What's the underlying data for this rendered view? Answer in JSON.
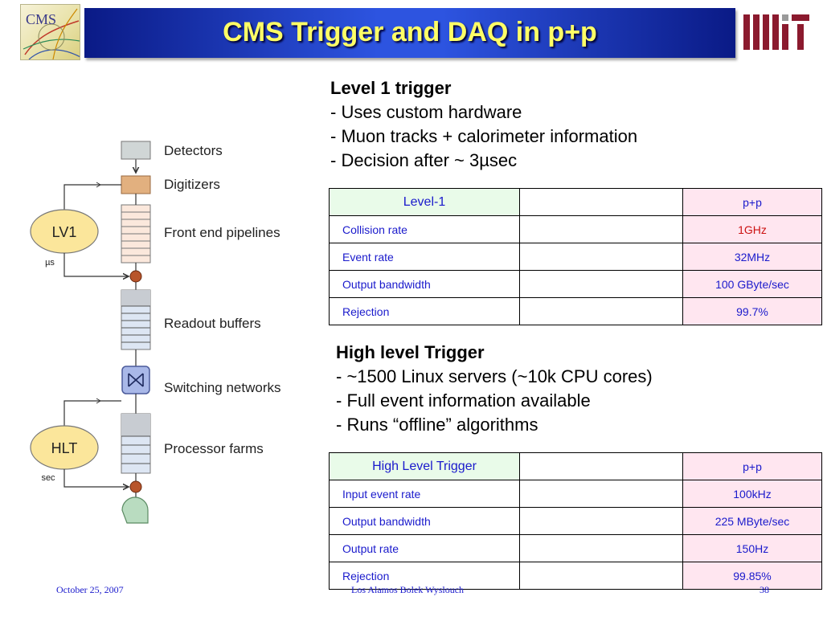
{
  "slide": {
    "title": "CMS Trigger and DAQ in p+p",
    "cms_logo_text": "CMS"
  },
  "diagram": {
    "labels": [
      "Detectors",
      "Digitizers",
      "Front end pipelines",
      "Readout buffers",
      "Switching networks",
      "Processor farms"
    ],
    "lv1_label": "LV1",
    "lv1_unit": "µs",
    "hlt_label": "HLT",
    "hlt_unit": "sec"
  },
  "level1": {
    "heading": "Level 1 trigger",
    "bullets": [
      "- Uses custom hardware",
      "- Muon tracks + calorimeter information",
      "- Decision after ~ 3µsec"
    ],
    "table": {
      "header": [
        "Level-1",
        "",
        "p+p"
      ],
      "rows": [
        [
          "Collision rate",
          "",
          "1GHz"
        ],
        [
          "Event rate",
          "",
          "32MHz"
        ],
        [
          "Output bandwidth",
          "",
          "100 GByte/sec"
        ],
        [
          "Rejection",
          "",
          "99.7%"
        ]
      ]
    }
  },
  "hlt": {
    "heading": "High level Trigger",
    "bullets": [
      "- ~1500 Linux servers (~10k CPU cores)",
      "- Full event information available",
      "- Runs “offline” algorithms"
    ],
    "table": {
      "header": [
        "High Level Trigger",
        "",
        "p+p"
      ],
      "rows": [
        [
          "Input event rate",
          "",
          "100kHz"
        ],
        [
          "Output bandwidth",
          "",
          "225 MByte/sec"
        ],
        [
          "Output rate",
          "",
          "150Hz"
        ],
        [
          "Rejection",
          "",
          "99.85%"
        ]
      ]
    }
  },
  "footer": {
    "date": "October 25, 2007",
    "author": "Los Alamos Bolek Wyslouch",
    "page": "38"
  },
  "colors": {
    "title_text": "#ffff66",
    "title_bar": "#2d54e0",
    "table_text": "#1a1acc",
    "highlight_red": "#cc1111",
    "pp_column_bg": "#ffe6f0",
    "header_cell_bg": "#e9fbe9",
    "mit_red": "#8b1a2e"
  }
}
